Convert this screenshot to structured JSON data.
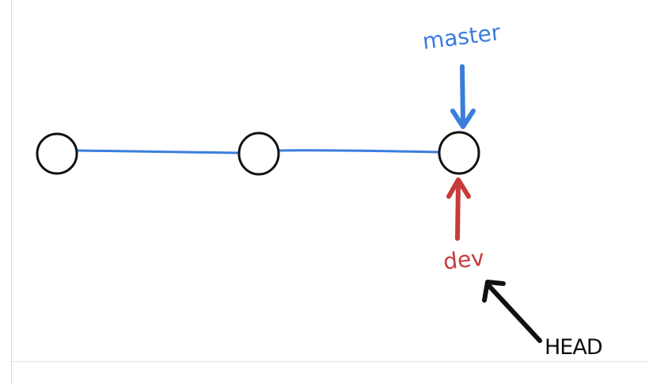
{
  "diagram": {
    "commits": [
      {
        "id": "commit-1"
      },
      {
        "id": "commit-2"
      },
      {
        "id": "commit-3"
      }
    ],
    "labels": {
      "master": "master",
      "dev": "dev",
      "head": "HEAD"
    },
    "colors": {
      "master": "#3b7ddd",
      "dev": "#c73b3b",
      "head": "#111111",
      "commit_stroke": "#111111",
      "branch_line": "#3b7ddd"
    }
  }
}
